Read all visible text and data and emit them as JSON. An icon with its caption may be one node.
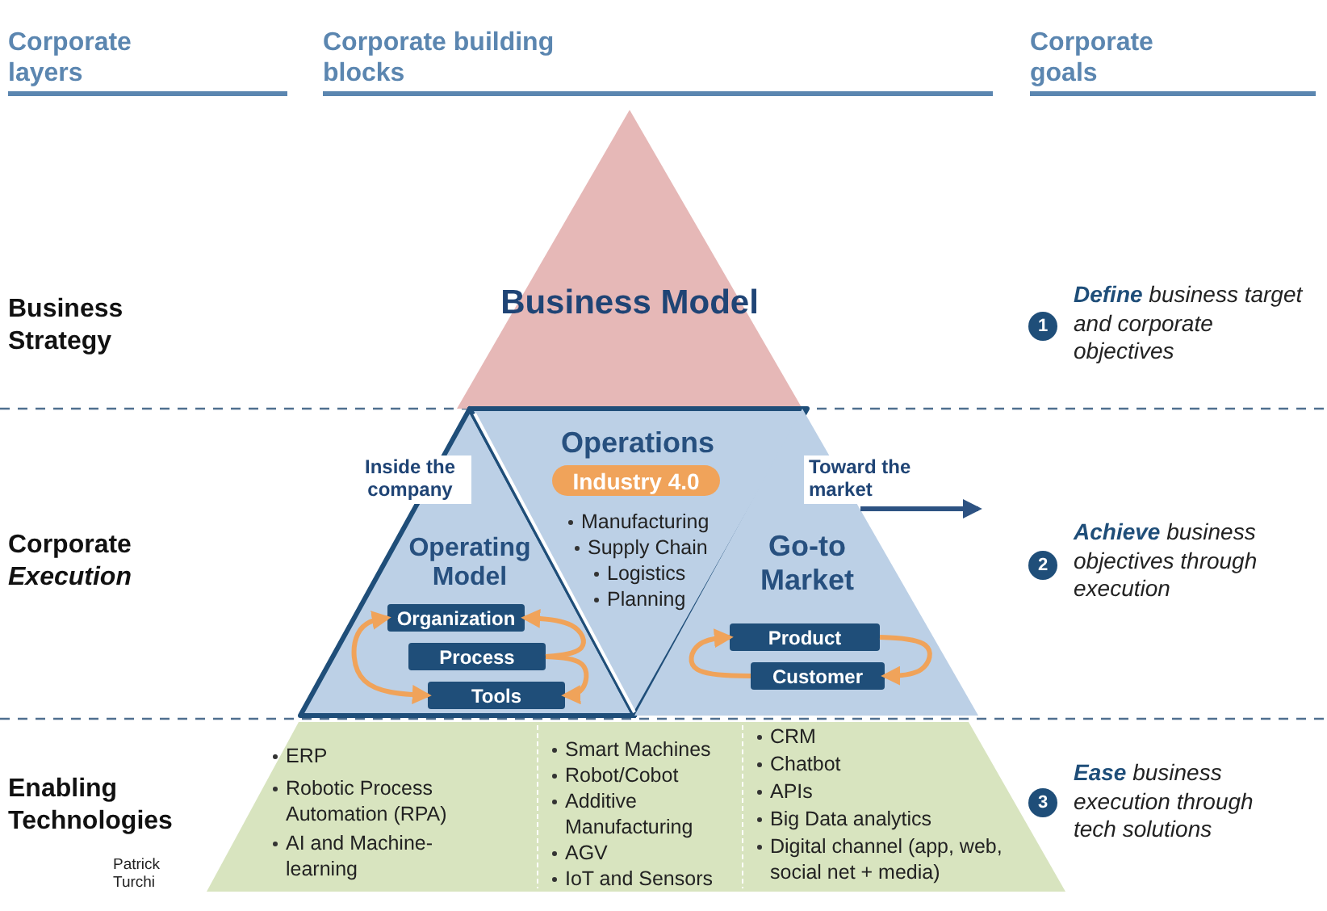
{
  "diagram": {
    "nodes": [
      {
        "text": [
          "Business Model"
        ]
      },
      {
        "text": [
          "Operating Model"
        ]
      },
      {
        "text": [
          "Operations",
          "Manufacturing",
          "Supply Chain",
          "Logistics",
          "Planning"
        ]
      },
      {
        "text": [
          "Industry 4.0"
        ],
        "in": 2
      },
      {
        "text": [
          "Go-to Market"
        ]
      },
      {
        "text": [
          "Organization"
        ],
        "in": 1
      },
      {
        "text": [
          "Process"
        ],
        "in": 1
      },
      {
        "text": [
          "Tools"
        ],
        "in": 1
      },
      {
        "text": [
          "Product"
        ],
        "in": 4
      },
      {
        "text": [
          "Customer"
        ],
        "in": 4
      },
      {
        "text": [
          "ERP",
          "Robotic Process Automation (RPA)",
          "AI and Machine-learning",
          "Smart Machines",
          "Robot/Cobot",
          "Additive Manufacturing",
          "AGV",
          "IoT and Sensors",
          "CRM",
          "Chatbot",
          "APIs",
          "Big Data analytics",
          "Digital channel (app, web, social net + media)"
        ]
      }
    ],
    "edges": [
      {
        "from": 5,
        "to": 7,
        "arrow": "both"
      },
      {
        "from": 6,
        "to": 5,
        "arrow": "to"
      },
      {
        "from": 6,
        "to": 7,
        "arrow": "to"
      },
      {
        "from": 9,
        "to": 8,
        "arrow": "to"
      },
      {
        "from": 8,
        "to": 9,
        "arrow": "to"
      },
      {
        "from": 4,
        "to": null,
        "arrow": "to",
        "label": "Toward the market",
        "color": "#2d5282"
      }
    ],
    "labels": [
      "Corporate layers",
      "Corporate building blocks",
      "Corporate goals",
      "Business Strategy",
      "1",
      "**Define** business target and corporate objectives",
      "Inside the company",
      "Corporate *Execution*",
      "2",
      "**Achieve** business objectives through execution",
      "Enabling Technologies",
      "3",
      "**Ease** business execution through tech solutions",
      "Patrick Turchi"
    ]
  }
}
